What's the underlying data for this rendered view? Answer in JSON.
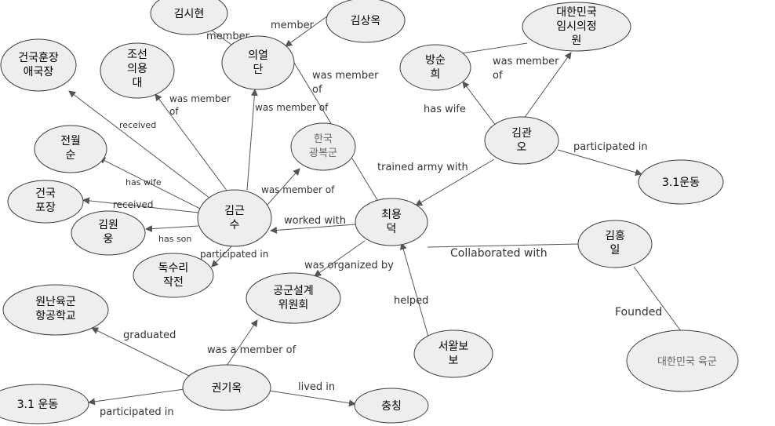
{
  "nodes": {
    "kimsihyun": [
      "김시현"
    ],
    "kimsangok": [
      "김상옥"
    ],
    "euiyuldan": [
      "의열",
      "단"
    ],
    "korea_gov": [
      "대한민국",
      "임시의정",
      "원"
    ],
    "geonguk_aeguk": [
      "건국훈장",
      "애국장"
    ],
    "joseon_uiyong": [
      "조선",
      "의용",
      "대"
    ],
    "bangsunhee": [
      "방순",
      "희"
    ],
    "jeonwolsun": [
      "전월",
      "순"
    ],
    "gwangbokgun": [
      "한국",
      "광복군"
    ],
    "kimgwano": [
      "김관",
      "오"
    ],
    "march1_a": [
      "3.1운동"
    ],
    "geonguk_pojang": [
      "건국",
      "포장"
    ],
    "kimgeunsu": [
      "김근",
      "수"
    ],
    "choiyongdeok": [
      "최용",
      "덕"
    ],
    "kimwonung": [
      "김원",
      "웅"
    ],
    "kimhongil": [
      "김홍",
      "일"
    ],
    "doksuri": [
      "독수리",
      "작전"
    ],
    "gonggun": [
      "공군설계",
      "위원회"
    ],
    "wonnan": [
      "원난육군",
      "항공학교"
    ],
    "seowal": [
      "서왈보",
      "보"
    ],
    "rok_army": [
      "대한민국 육군"
    ],
    "gwongiok": [
      "권기옥"
    ],
    "march1_b": [
      "3.1 운동"
    ],
    "chungching": [
      "충칭"
    ]
  },
  "edges": {
    "member_1": "member",
    "member_2": "member",
    "was_member_of_1": "was member",
    "was_member_of_1b": "of",
    "was_member_of_2": "was member",
    "was_member_of_2b": "of",
    "was_member_of_3": "was member of",
    "was_member_of_4": "was member of",
    "was_member_of_5": "was member",
    "was_member_of_5b": "of",
    "has_wife_1": "has wife",
    "has_wife_2": "has wife",
    "received_1": "received",
    "received_2": "received",
    "has_son": "has son",
    "participated_in_1": "participated in",
    "participated_in_2": "participated in",
    "participated_in_3": "participated in",
    "trained_army_with": "trained army with",
    "worked_with": "worked with",
    "was_organized_by": "was organized by",
    "collaborated_with": "Collaborated with",
    "helped": "helped",
    "founded": "Founded",
    "graduated": "graduated",
    "was_a_member_of": "was a member of",
    "lived_in": "lived in"
  }
}
